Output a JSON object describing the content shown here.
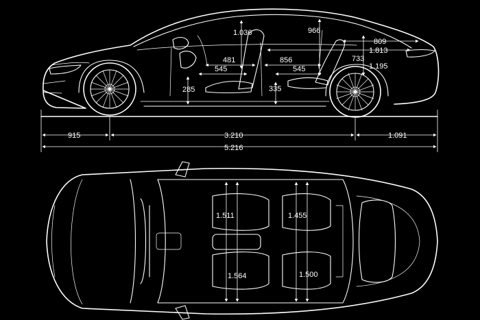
{
  "side_view": {
    "dimensions": {
      "roof_front": "1.036",
      "roof_rear": "966",
      "legroom_front": "481",
      "legroom_rear": "856",
      "seat_front": "545",
      "seat_rear": "545",
      "floor_front": "285",
      "floor_rear": "335",
      "trunk_depth": "809",
      "height_a": "1.813",
      "height_b": "733",
      "height_c": "1.195",
      "front_overhang": "915",
      "wheelbase": "3.210",
      "rear_overhang": "1.091",
      "overall_length": "5.216"
    }
  },
  "top_view": {
    "dimensions": {
      "front_shoulder": "1.511",
      "rear_shoulder": "1.455",
      "front_elbow": "1.564",
      "rear_elbow": "1.500"
    }
  }
}
